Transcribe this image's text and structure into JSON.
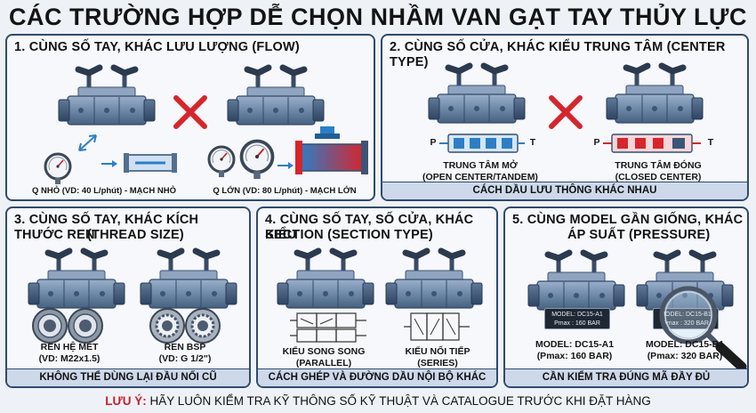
{
  "title": "CÁC TRƯỜNG HỢP DỄ CHỌN NHẦM VAN GẠT TAY THỦY LỰC",
  "panel1": {
    "title": "1. CÙNG SỐ TAY, KHÁC LƯU LƯỢNG (FLOW)",
    "left_caption": "Q NHỎ (VD: 40 L/phút) - MẠCH NHỎ",
    "right_caption": "Q LỚN (VD: 80 L/phút) - MẠCH LỚN"
  },
  "panel2": {
    "title": "2. CÙNG SỐ CỬA, KHÁC KIỂU TRUNG TÂM (CENTER TYPE)",
    "left_caption_1": "TRUNG TÂM MỞ",
    "left_caption_2": "(OPEN CENTER/TANDEM)",
    "right_caption_1": "TRUNG TÂM ĐÓNG",
    "right_caption_2": "(CLOSED CENTER)",
    "port_p": "P",
    "port_t": "T",
    "footer": "CÁCH DẦU LƯU THÔNG KHÁC NHAU"
  },
  "panel3": {
    "title_1": "3. CÙNG SỐ TAY, KHÁC KÍCH THƯỚC REN",
    "title_2": "(THREAD SIZE)",
    "left_caption_1": "REN HỆ MÉT",
    "left_caption_2": "(VD: M22x1.5)",
    "right_caption_1": "REN BSP",
    "right_caption_2": "(VD: G 1/2\")",
    "footer": "KHÔNG THỂ DÙNG LẠI ĐẦU NỐI CŨ"
  },
  "panel4": {
    "title_1": "4. CÙNG SỐ TAY, SỐ CỬA, KHÁC KIỂU",
    "title_2": "SECTION (SECTION TYPE)",
    "left_caption_1": "KIỂU SONG SONG",
    "left_caption_2": "(PARALLEL)",
    "right_caption_1": "KIỂU NỐI TIẾP",
    "right_caption_2": "(SERIES)",
    "footer": "CÁCH GHÉP VÀ ĐƯỜNG DẦU NỘI BỘ KHÁC NHAU"
  },
  "panel5": {
    "title_1": "5. CÙNG MODEL GẦN GIỐNG, KHÁC",
    "title_2": "ÁP SUẤT  (PRESSURE)",
    "plate_left_1": "MODEL: DC15-A1",
    "plate_left_2": "Pmax : 160 BAR",
    "plate_right_1": "MODEL: DC15-B1",
    "plate_right_2": "Pmax : 320 BAR",
    "left_caption_1": "MODEL: DC15-A1",
    "left_caption_2": "(Pmax: 160 BAR)",
    "right_caption_1": "MODEL: DC15-B1",
    "right_caption_2": "(Pmax: 320 BAR)",
    "footer": "CẦN KIỂM TRA ĐÚNG MÃ ĐẦY ĐỦ"
  },
  "note": {
    "label": "LƯU Ý:",
    "text": " HÃY LUÔN KIỂM TRA KỸ THÔNG SỐ KỸ THUẬT VÀ CATALOGUE TRƯỚC KHI ĐẶT HÀNG"
  },
  "colors": {
    "valve_body": "#6e88a8",
    "valve_dark": "#3d5575",
    "accent_red": "#d8242c",
    "accent_blue": "#2a7fc8",
    "panel_border": "#2f4a6e",
    "footer_bg": "#cdd9ea"
  }
}
